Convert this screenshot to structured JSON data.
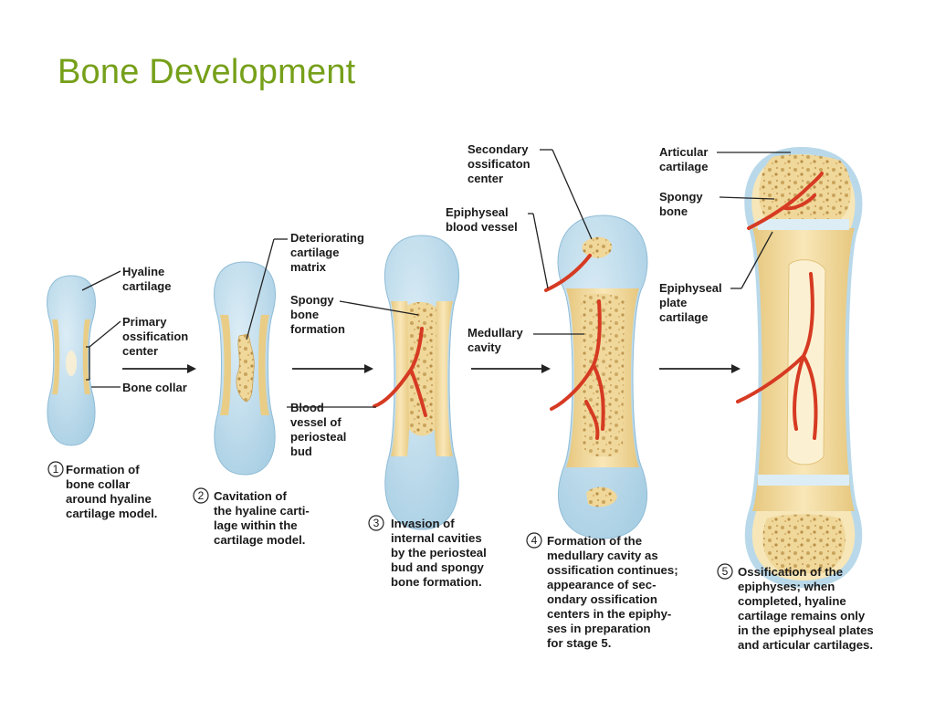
{
  "title": "Bone Development",
  "labels": {
    "hyaline_cartilage": [
      "Hyaline",
      "cartilage"
    ],
    "primary_ossification_center": [
      "Primary",
      "ossification",
      "center"
    ],
    "bone_collar": [
      "Bone collar"
    ],
    "deteriorating_cartilage_matrix": [
      "Deteriorating",
      "cartilage",
      "matrix"
    ],
    "spongy_bone_formation": [
      "Spongy",
      "bone",
      "formation"
    ],
    "blood_vessel_periosteal_bud": [
      "Blood",
      "vessel of",
      "periosteal",
      "bud"
    ],
    "secondary_ossification_center": [
      "Secondary",
      "ossificaton",
      "center"
    ],
    "epiphyseal_blood_vessel": [
      "Epiphyseal",
      "blood vessel"
    ],
    "medullary_cavity": [
      "Medullary",
      "cavity"
    ],
    "articular_cartilage": [
      "Articular",
      "cartilage"
    ],
    "spongy_bone": [
      "Spongy",
      "bone"
    ],
    "epiphyseal_plate_cartilage": [
      "Epiphyseal",
      "plate",
      "cartilage"
    ]
  },
  "stages": [
    {
      "number": "1",
      "caption": [
        "Formation of",
        "bone collar",
        "around hyaline",
        "cartilage model."
      ]
    },
    {
      "number": "2",
      "caption": [
        "Cavitation of",
        "the hyaline carti-",
        "lage within the",
        "cartilage model."
      ]
    },
    {
      "number": "3",
      "caption": [
        "Invasion of",
        "internal cavities",
        "by the periosteal",
        "bud and spongy",
        "bone formation."
      ]
    },
    {
      "number": "4",
      "caption": [
        "Formation of the",
        "medullary cavity as",
        "ossification continues;",
        "appearance of sec-",
        "ondary ossification",
        "centers in the epiphy-",
        "ses in preparation",
        "for stage 5."
      ]
    },
    {
      "number": "5",
      "caption": [
        "Ossification of the",
        "epiphyses; when",
        "completed, hyaline",
        "cartilage remains only",
        "in the epiphyseal plates",
        "and articular cartilages."
      ]
    }
  ],
  "colors": {
    "title": "#76a01a",
    "cartilage": "#b9d9ea",
    "bone": "#f3dca0",
    "vessel": "#d63a22"
  }
}
